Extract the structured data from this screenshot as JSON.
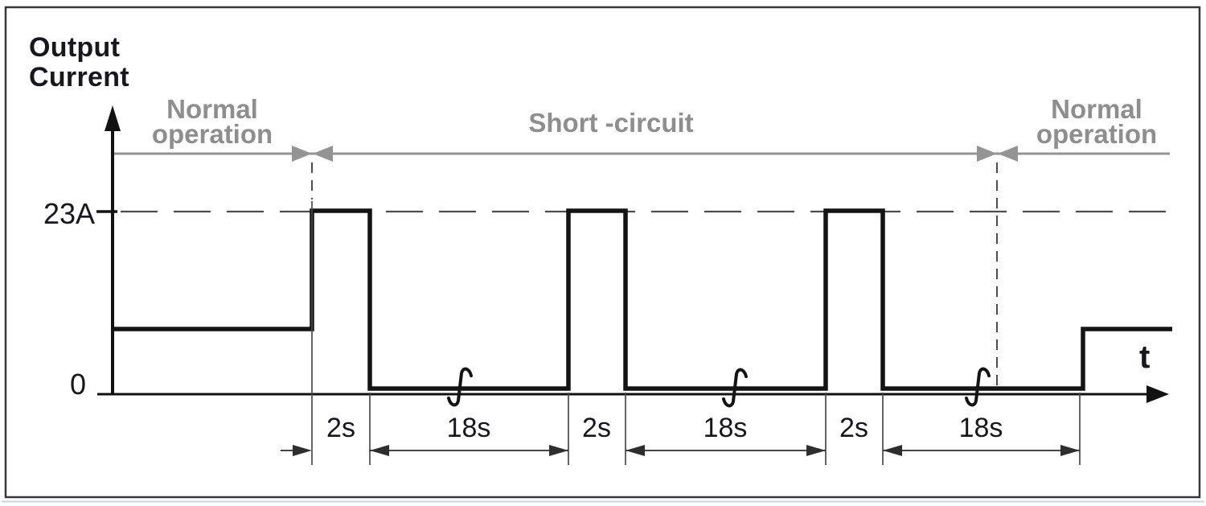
{
  "labels": {
    "y_axis_title": "Output\nCurrent",
    "y_tick_23a": "23A",
    "y_tick_0": "0",
    "x_axis_label": "t",
    "phase_normal_left": "Normal\noperation",
    "phase_short_circuit": "Short -circuit",
    "phase_normal_right": "Normal\noperation"
  },
  "durations": [
    "2s",
    "18s",
    "2s",
    "18s",
    "2s",
    "18s"
  ],
  "colors": {
    "waveform": "#141414",
    "gray_label": "#8e8e8e",
    "gray_arrow": "#949494",
    "dashed_line": "#4d4d4d",
    "dimension_line": "#2e2e2e",
    "frame_border": "#383838"
  },
  "chart_data": {
    "type": "line",
    "title": "Output Current",
    "xlabel": "t",
    "ylabel": "Output Current",
    "y_tick_labels": [
      "0",
      "23A"
    ],
    "grid": false,
    "phases": [
      {
        "label": "Normal operation",
        "description": "output held at normal current level"
      },
      {
        "label": "Short -circuit",
        "description": "hiccup protection: repeating pulses of 23A for 2s followed by 0A for 18s"
      },
      {
        "label": "Normal operation",
        "description": "output returns to normal current level"
      }
    ],
    "short_circuit_cycle": {
      "pulse_current": "23A",
      "pulse_duration": "2s",
      "off_current": "0",
      "off_duration": "18s",
      "cycles_shown": 3
    },
    "segments": [
      {
        "phase": "Normal operation",
        "level": "normal"
      },
      {
        "phase": "Short -circuit",
        "level": "23A",
        "duration": "2s"
      },
      {
        "phase": "Short -circuit",
        "level": "0",
        "duration": "18s"
      },
      {
        "phase": "Short -circuit",
        "level": "23A",
        "duration": "2s"
      },
      {
        "phase": "Short -circuit",
        "level": "0",
        "duration": "18s"
      },
      {
        "phase": "Short -circuit",
        "level": "23A",
        "duration": "2s"
      },
      {
        "phase": "Short -circuit",
        "level": "0",
        "duration": "18s"
      },
      {
        "phase": "Normal operation",
        "level": "normal"
      }
    ],
    "time_axis_breaks": 3
  }
}
